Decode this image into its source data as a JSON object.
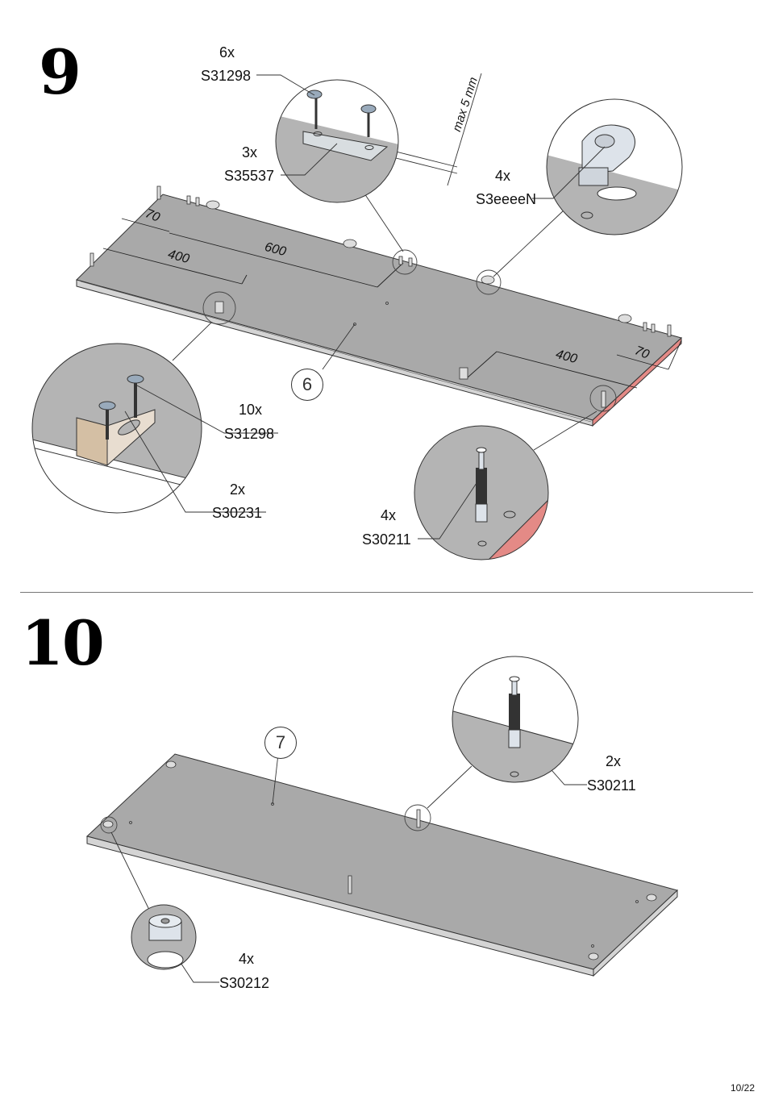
{
  "steps": [
    {
      "number": "9",
      "panel_label": "6",
      "callouts": [
        {
          "qty": "6x",
          "part": "S31298"
        },
        {
          "qty": "3x",
          "part": "S35537"
        },
        {
          "qty": "4x",
          "part": "S3eeeeN"
        },
        {
          "qty": "10x",
          "part": "S31298"
        },
        {
          "qty": "2x",
          "part": "S30231"
        },
        {
          "qty": "4x",
          "part": "S30211"
        }
      ],
      "dimensions": [
        "70",
        "600",
        "400",
        "400",
        "70"
      ],
      "note": "max 5 mm"
    },
    {
      "number": "10",
      "panel_label": "7",
      "callouts": [
        {
          "qty": "2x",
          "part": "S30211"
        },
        {
          "qty": "4x",
          "part": "S30212"
        }
      ]
    }
  ],
  "page_number": "10/22",
  "colors": {
    "panel_top": "#a9a9a9",
    "panel_edge": "#d2d2d2",
    "detail_bg": "#b4b4b4",
    "highlight_edge": "#e48a86",
    "line": "#333333"
  }
}
